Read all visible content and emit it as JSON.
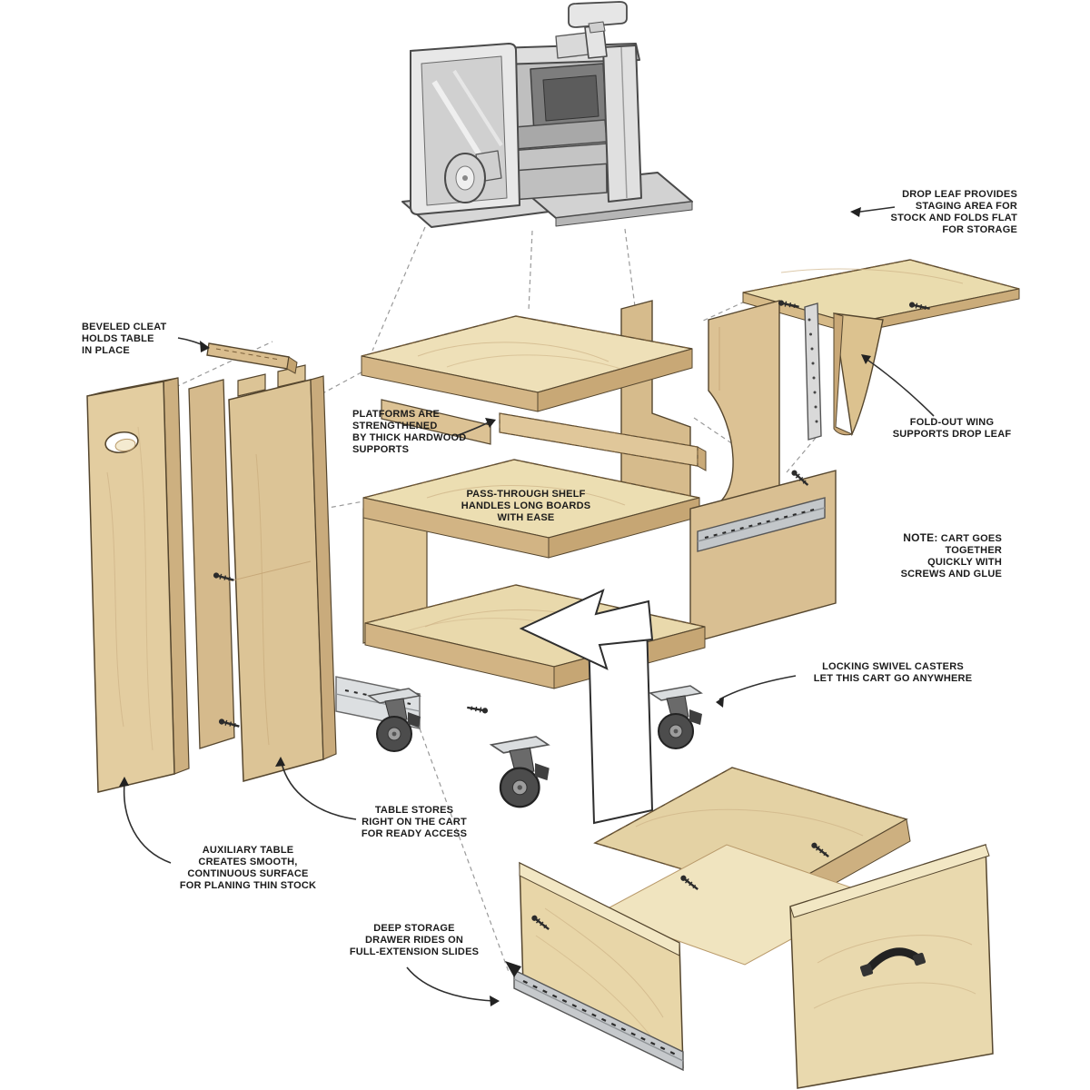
{
  "figure": {
    "type": "exploded-view woodworking plan",
    "subject": "Mobile planer cart with drop leaf, pass-through shelf and storage drawer"
  },
  "colors": {
    "background": "#ffffff",
    "wood_top": "#ecdfb6",
    "wood_side": "#d9bf92",
    "wood_edge": "#c7a878",
    "wood_outline": "#55462e",
    "metal": "#c6c9cc",
    "hardware_dark": "#2b2b2b",
    "planer_gray": "#d8d8d8",
    "text": "#1b1b1b"
  },
  "labels": {
    "drop_leaf": "DROP LEAF PROVIDES\nSTAGING AREA FOR\nSTOCK AND FOLDS FLAT\nFOR STORAGE",
    "beveled_cleat": "BEVELED CLEAT\nHOLDS TABLE\nIN PLACE",
    "platforms": "PLATFORMS ARE\nSTRENGTHENED\nBY THICK HARDWOOD\nSUPPORTS",
    "pass_through": "PASS-THROUGH SHELF\nHANDLES LONG BOARDS\nWITH EASE",
    "fold_out": "FOLD-OUT WING\nSUPPORTS DROP LEAF",
    "note_prefix": "NOTE:",
    "note_text": " CART GOES\nTOGETHER\nQUICKLY WITH\nSCREWS AND GLUE",
    "casters": "LOCKING SWIVEL CASTERS\nLET THIS CART GO ANYWHERE",
    "table_stores": "TABLE STORES\nRIGHT ON THE CART\nFOR READY ACCESS",
    "auxiliary_table": "AUXILIARY TABLE\nCREATES SMOOTH,\nCONTINUOUS SURFACE\nFOR PLANING THIN STOCK",
    "drawer": "DEEP STORAGE\nDRAWER RIDES ON\nFULL-EXTENSION SLIDES"
  }
}
